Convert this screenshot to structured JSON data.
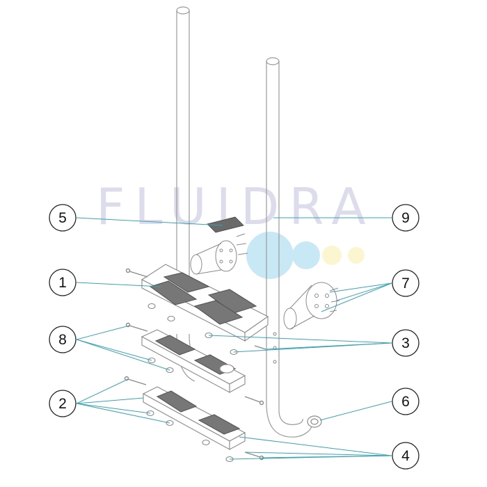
{
  "watermark": {
    "text": "FLUIDRA",
    "text_color": "#dcdcec",
    "dot_colors": [
      "#c8e8f6",
      "#fbf6cf",
      "#fbf6cf"
    ]
  },
  "colors": {
    "line": "#9a9a9a",
    "leader": "#3aa3b4",
    "tread": "#555555",
    "circle_stroke": "#222222"
  },
  "callouts": [
    {
      "id": "c5",
      "label": "5",
      "part": "anti-slip-pad"
    },
    {
      "id": "c9",
      "label": "9",
      "part": "handrail-tube"
    },
    {
      "id": "c1",
      "label": "1",
      "part": "top-step"
    },
    {
      "id": "c7",
      "label": "7",
      "part": "anchor-plate"
    },
    {
      "id": "c8",
      "label": "8",
      "part": "bolt"
    },
    {
      "id": "c3",
      "label": "3",
      "part": "washer-nut"
    },
    {
      "id": "c6",
      "label": "6",
      "part": "end-cap"
    },
    {
      "id": "c2",
      "label": "2",
      "part": "bolt-washer"
    },
    {
      "id": "c4",
      "label": "4",
      "part": "washer-nut"
    }
  ]
}
